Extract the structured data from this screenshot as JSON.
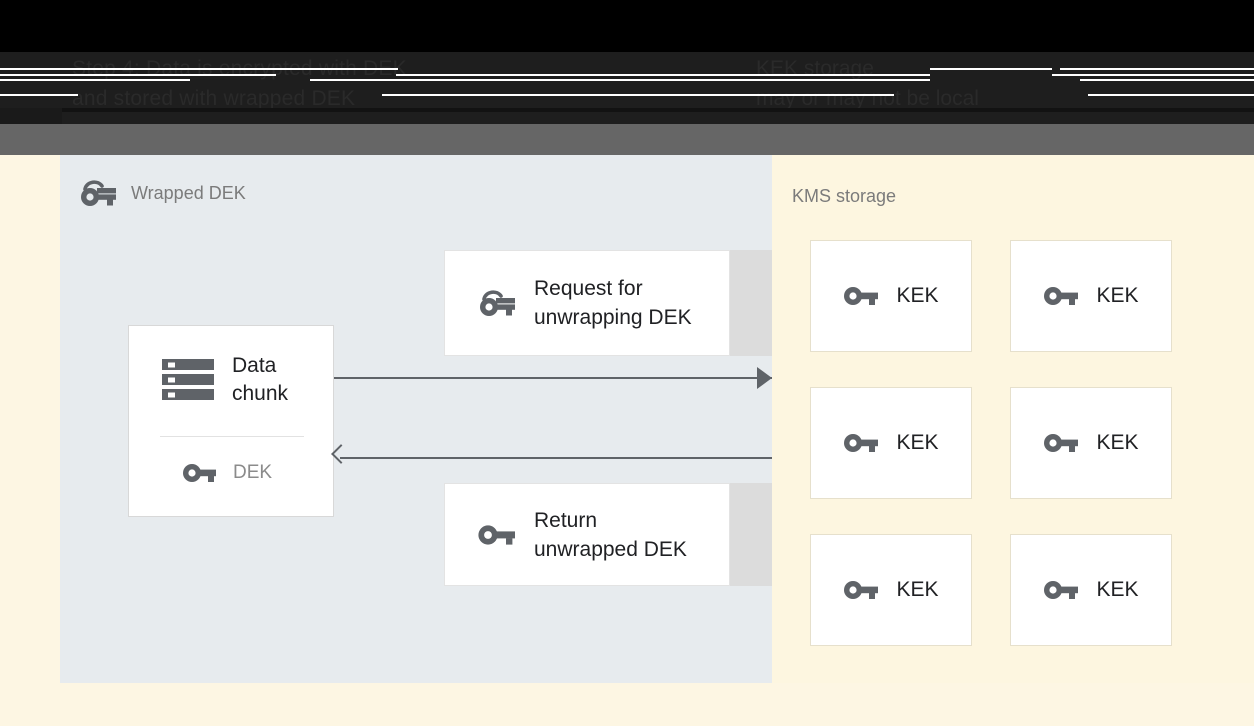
{
  "header": {
    "left_text": "Step 4: Data is encrypted with DEK\nand stored with wrapped DEK",
    "right_text": "KEK storage\nmay or may not be local"
  },
  "left_panel": {
    "title": "Wrapped DEK",
    "title_icon": "wrapped-key-icon",
    "data_card": {
      "icon": "data-chunk-icon",
      "label": "Data\nchunk",
      "key_icon": "key-icon",
      "key_label": "DEK"
    },
    "messages": [
      {
        "icon": "wrapped-key-icon",
        "label": "Request for\nunwrapping DEK"
      },
      {
        "icon": "key-icon",
        "label": "Return\nunwrapped DEK"
      }
    ],
    "arrows": [
      {
        "direction": "right",
        "name": "request-arrow"
      },
      {
        "direction": "left",
        "name": "response-arrow"
      }
    ]
  },
  "right_panel": {
    "title": "KMS storage",
    "keks": [
      {
        "icon": "key-icon",
        "label": "KEK"
      },
      {
        "icon": "key-icon",
        "label": "KEK"
      },
      {
        "icon": "key-icon",
        "label": "KEK"
      },
      {
        "icon": "key-icon",
        "label": "KEK"
      },
      {
        "icon": "key-icon",
        "label": "KEK"
      },
      {
        "icon": "key-icon",
        "label": "KEK"
      }
    ]
  },
  "colors": {
    "left_panel_bg": "#e7ebee",
    "right_panel_bg": "#fdf6e0",
    "page_bg": "#fdf6e3",
    "header_bg": "#1e1e1e",
    "grey_bar": "#666666",
    "arrow": "#5f6368",
    "icon": "#5f6368",
    "muted_text": "#7b7b7b",
    "body_text": "#202124"
  }
}
